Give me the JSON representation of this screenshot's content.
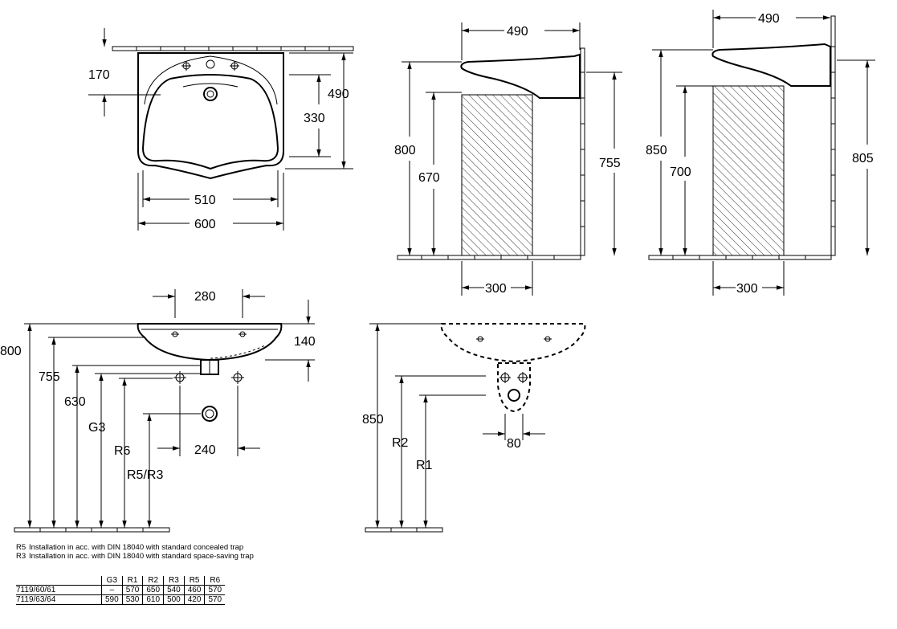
{
  "dimensions": {
    "front_view": {
      "top_offset": "170",
      "total_depth": "490",
      "bowl_depth": "330",
      "inner_width": "510",
      "outer_width": "600"
    },
    "side_view_800": {
      "projection": "490",
      "height": "800",
      "support_height": "670",
      "wall_height": "755",
      "support_width": "300"
    },
    "side_view_850": {
      "projection": "490",
      "height": "850",
      "support_height": "700",
      "wall_height": "805",
      "support_width": "300"
    },
    "elevation_view": {
      "tap_spacing": "280",
      "basin_height": "140",
      "h1": "800",
      "h2": "755",
      "h3": "630",
      "g3": "G3",
      "r6": "R6",
      "r5r3": "R5/R3",
      "waste_spacing": "240"
    },
    "trap_view": {
      "height": "850",
      "r2": "R2",
      "r1": "R1",
      "trap_width": "80"
    }
  },
  "notes": [
    {
      "code": "R5",
      "text": "Installation in acc. with DIN 18040 with standard concealed trap"
    },
    {
      "code": "R3",
      "text": "Installation in acc. with DIN 18040 with standard space-saving trap"
    }
  ],
  "table": {
    "headers": [
      "",
      "G3",
      "R1",
      "R2",
      "R3",
      "R5",
      "R6"
    ],
    "rows": [
      [
        "7119/60/61",
        "–",
        "570",
        "650",
        "540",
        "460",
        "570"
      ],
      [
        "7119/63/64",
        "590",
        "530",
        "610",
        "500",
        "420",
        "570"
      ]
    ]
  }
}
